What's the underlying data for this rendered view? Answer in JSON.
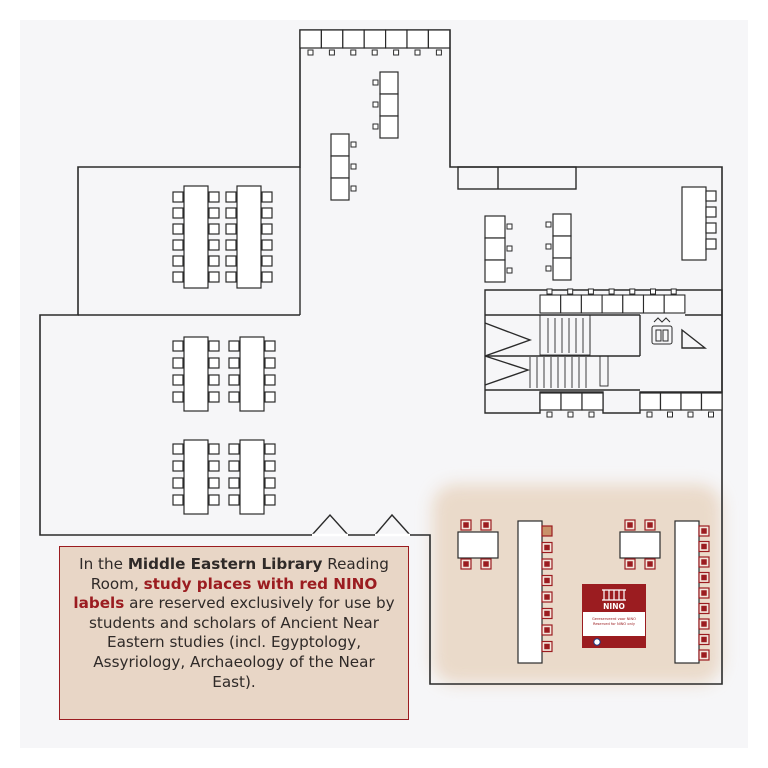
{
  "info_box": {
    "part1": "In the ",
    "bold1": "Middle Eastern Library",
    "part2": " Reading Room, ",
    "red": "study places with red NINO labels",
    "part3": " are reserved exclusively for use by students and scholars of Ancient Near Eastern studies (incl. Egyptology, Assyriology, Archaeology of the Near East)."
  },
  "sign": {
    "logo": "NINO",
    "line1": "Gereserveerd voor NINO",
    "line2": "Reserved for NINO only"
  },
  "colors": {
    "accent_red": "#9b1c20",
    "zone_fill": "#efe3d7",
    "wall": "#2b2b2b",
    "info_bg": "#e8d6c6"
  }
}
